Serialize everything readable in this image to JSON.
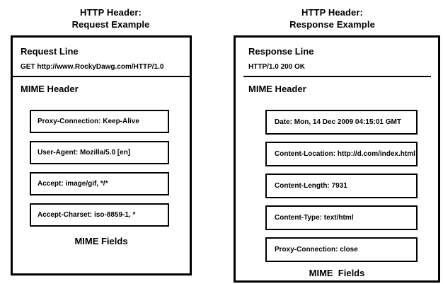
{
  "figure": {
    "title": "HTTP Header: Request Example / HTTP Header: Response Example",
    "background_color": "#ffffff",
    "line_color": "#000000"
  },
  "request": {
    "panel_title": "HTTP Header:\nRequest Example",
    "start_line_heading": "Request Line",
    "start_line_value": "GET http://www.RockyDawg.com/HTTP/1.0",
    "mime_heading": "MIME Header",
    "fields_caption": "MIME Fields",
    "fields": [
      {
        "text": "Proxy-Connection: Keep-Alive"
      },
      {
        "text": "User-Agent: Mozilla/5.0 [en]"
      },
      {
        "text": "Accept: image/gif, */*"
      },
      {
        "text": "Accept-Charset:  iso-8859-1, *"
      }
    ]
  },
  "response": {
    "panel_title": "HTTP Header:\nResponse Example",
    "start_line_heading": "Response Line",
    "start_line_value": "HTTP/1.0 200 OK",
    "mime_heading": "MIME Header",
    "fields_caption": "MIME  Fields",
    "fields": [
      {
        "text": "Date: Mon, 14 Dec 2009 04:15:01 GMT"
      },
      {
        "text": "Content-Location: http://d.com/index.html"
      },
      {
        "text": "Content-Length: 7931"
      },
      {
        "text": "Content-Type: text/html"
      },
      {
        "text": "Proxy-Connection: close"
      }
    ]
  }
}
